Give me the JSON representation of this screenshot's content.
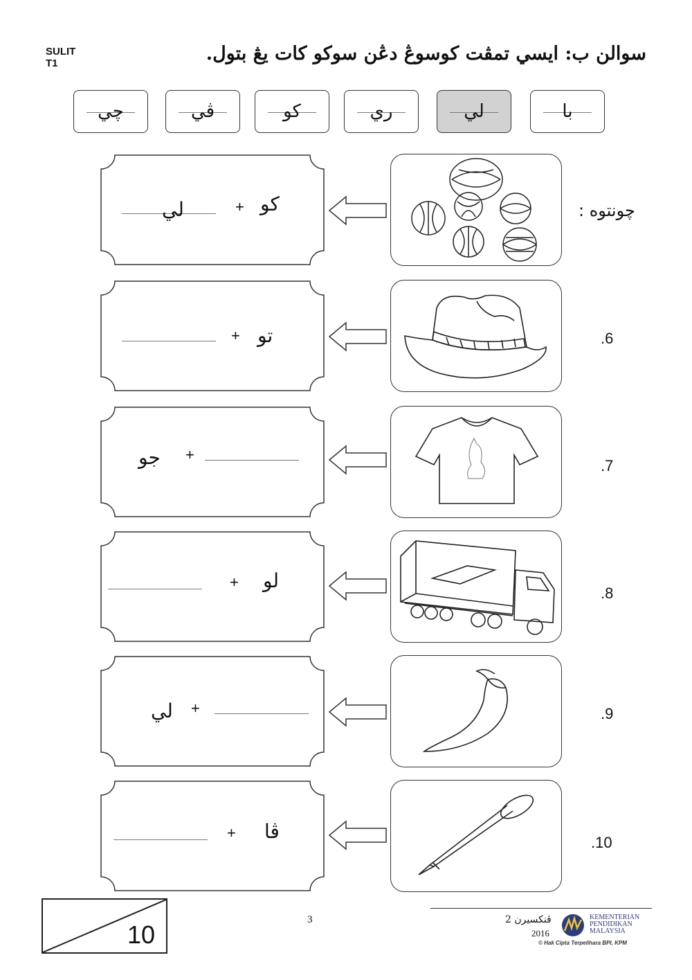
{
  "header": {
    "sulit": "SULIT",
    "code": "T1",
    "instruction": "سوالن ب: ايسي تمڤت کوسوڠ دڠن سوکو کات يڠ بتول."
  },
  "choices": [
    {
      "label": "با",
      "selected": false
    },
    {
      "label": "لي",
      "selected": true
    },
    {
      "label": "ري",
      "selected": false
    },
    {
      "label": "کو",
      "selected": false
    },
    {
      "label": "ڤي",
      "selected": false
    },
    {
      "label": "چي",
      "selected": false
    }
  ],
  "example_label": "چونتوه :",
  "questions": [
    {
      "number": "",
      "image": "marbles-icon",
      "syllable": "کو",
      "plus": "+",
      "answer": "لي"
    },
    {
      "number": ".6",
      "image": "hat-icon",
      "syllable": "تو",
      "plus": "+",
      "answer": ""
    },
    {
      "number": ".7",
      "image": "tshirt-icon",
      "syllable": "جو",
      "plus": "+",
      "answer": ""
    },
    {
      "number": ".8",
      "image": "truck-icon",
      "syllable": "لو",
      "plus": "+",
      "answer": ""
    },
    {
      "number": ".9",
      "image": "chili-icon",
      "syllable": "لي",
      "plus": "+",
      "answer": ""
    },
    {
      "number": ".10",
      "image": "nail-icon",
      "syllable": "ڤا",
      "plus": "+",
      "answer": ""
    }
  ],
  "footer": {
    "score": "10",
    "page_number": "3",
    "subject": "ڤنکسيرن 2",
    "year": "2016",
    "ministry_line1": "KEMENTERIAN",
    "ministry_line2": "PENDIDIKAN",
    "ministry_line3": "MALAYSIA",
    "copyright": "© Hak Cipta Terpelihara BPI, KPM"
  }
}
